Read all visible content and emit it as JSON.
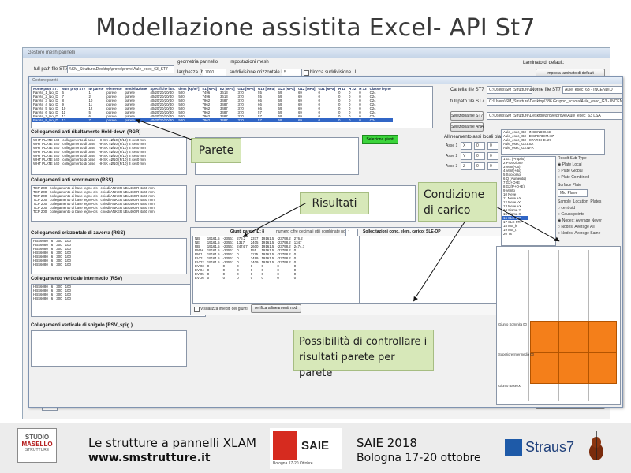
{
  "slide": {
    "title": "Modellazione assistita Excel- API St7"
  },
  "main_form": {
    "window_title": "Gestore mesh pannelli",
    "full_path_label": "full path file ST7",
    "full_path_value": "\\\\SM_Strutture\\Desktop\\prove\\prove\\Aule_esec_63_ST7",
    "geometry_label": "geometria pannello",
    "width_label": "larghezza (b)",
    "width_value": "7000",
    "mesh_label": "impostazioni mesh",
    "mesh_subdiv_label": "suddivisione orizzontale H",
    "mesh_subdiv_value": "5",
    "lock_label": "blocca suddivisione U",
    "default_label": "Laminato di default:",
    "default_button": "imposta laminato di default",
    "insert_button": "inserisci pareti nude"
  },
  "walls_form": {
    "window_title": "Gestore pareti",
    "walls_table": {
      "headers": [
        "Nome prop ST7",
        "Num prop ST7",
        "ID parete",
        "elemento",
        "modellazione",
        "Specifiche lam.",
        "dens [kg/m³]",
        "E1 [MPa]",
        "E2 [MPa]",
        "G12 [MPa]",
        "G13 [MPa]",
        "G23 [MPa]",
        "G12 [MPa]",
        "G31 [MPa]",
        "H 11",
        "H 22",
        "H 33",
        "Classe legno"
      ],
      "rows": [
        [
          "Parete_1_No_D",
          "6",
          "1",
          "parete",
          "parete",
          "40/20/20/20/40",
          "500",
          "7496",
          "3613",
          "370",
          "55",
          "69",
          "69",
          "0",
          "0",
          "0",
          "0",
          "C24"
        ],
        [
          "Parete_2_No_D",
          "7",
          "2",
          "parete",
          "parete",
          "40/20/20/20/40",
          "500",
          "7496",
          "3613",
          "370",
          "55",
          "69",
          "69",
          "0",
          "0",
          "0",
          "0",
          "C24"
        ],
        [
          "Parete_3_No_D",
          "8",
          "10",
          "parete",
          "parete",
          "40/20/20/20/40",
          "500",
          "7962",
          "3487",
          "370",
          "66",
          "69",
          "69",
          "0",
          "0",
          "0",
          "0",
          "C24"
        ],
        [
          "Parete_4_No_D",
          "9",
          "11",
          "parete",
          "parete",
          "40/20/20/20/40",
          "500",
          "7962",
          "3487",
          "370",
          "66",
          "69",
          "69",
          "0",
          "0",
          "0",
          "0",
          "C24"
        ],
        [
          "Parete_5_No_D",
          "10",
          "12",
          "parete",
          "parete",
          "40/20/20/20/40",
          "500",
          "7962",
          "3487",
          "370",
          "66",
          "69",
          "69",
          "0",
          "0",
          "0",
          "0",
          "C24"
        ],
        [
          "Parete_6_No_D",
          "11",
          "5",
          "parete",
          "parete",
          "40/20/20/20/40",
          "500",
          "7962",
          "3487",
          "370",
          "57",
          "69",
          "69",
          "0",
          "0",
          "0",
          "0",
          "C24"
        ],
        [
          "Parete_7_No_D",
          "12",
          "6",
          "parete",
          "parete",
          "40/20/20/20/40",
          "500",
          "7962",
          "3487",
          "370",
          "57",
          "69",
          "69",
          "0",
          "0",
          "0",
          "0",
          "C24"
        ],
        [
          "Parete_8_No_D",
          "13",
          "7",
          "parete",
          "parete",
          "40/20/20/20/40",
          "500",
          "7962",
          "3487",
          "370",
          "57",
          "69",
          "69",
          "0",
          "0",
          "0",
          "0",
          "C24"
        ]
      ],
      "selected_row": 7
    },
    "file_panel": {
      "cartella_label": "Cartella file ST7",
      "cartella_value": "C:\\Users\\SM_Strutture\\Desktop\\prove\\prove\\",
      "nome_label": "Nome file ST7",
      "nome_value": "Aule_esec_63 - INCENDIO",
      "full_label": "full path file ST7",
      "full_value": "C:\\Users\\SM_Strutture\\Desktop\\386 Gruppo_scuola\\Aule_esec_G3 - INCENDIO",
      "seleziona_button": "Seleziona file ST7",
      "seleziona_ana_button": "Seleziona file ANA",
      "results_path": "C:\\Users\\SM_Strutture\\Desktop\\prove\\prove\\Aule_esec_63 LSA"
    },
    "alignment_label": "Allineamento assi locali plate",
    "axis_labels": [
      "Asse 1",
      "Asse 2",
      "Asse 3"
    ],
    "highlight_button": "Seleziona giunti",
    "sections": {
      "hold_down": "Collegamenti anti ribaltamento Hold-down (RGR)",
      "anti_slip": "Collegamenti anti scorrimento (RSS)",
      "horizontal": "Collegamenti orizzontale di zavorra (RGS)",
      "vertical_mid": "Collegamento verticale intermedio (RSV)",
      "vertical_edge": "Collegamenti verticale di spigolo (RSV_spig.)"
    },
    "hold_down_rows": [
      [
        "WHT PLATE 540",
        "collegamento di base",
        "HHSK 4Ø10 (F/10) 3 4x60 mm"
      ],
      [
        "WHT PLATE 540",
        "collegamento di base",
        "HHSK 4Ø10 (F/10) 3 4x60 mm"
      ],
      [
        "WHT PLATE 540",
        "collegamento di base",
        "HHSK 4Ø10 (F/10) 3 4x60 mm"
      ],
      [
        "WHT PLATE 540",
        "collegamento di base",
        "HHSK 4Ø10 (F/10) 3 4x60 mm"
      ],
      [
        "WHT PLATE 540",
        "collegamento di base",
        "HHSK 4Ø10 (F/10) 3 4x60 mm"
      ],
      [
        "WHT PLATE 540",
        "collegamento di base",
        "HHSK 4Ø10 (F/10) 3 4x60 mm"
      ],
      [
        "WHT PLATE 540",
        "collegamento di base",
        "HHSK 4Ø10 (F/10) 3 4x60 mm"
      ]
    ],
    "slip_rows": [
      [
        "TCP 200",
        "collegamento di base legno-cls",
        "chiodi ANKER LBA460 R 4x60 mm"
      ],
      [
        "TCP 200",
        "collegamento di base legno-cls",
        "chiodi ANKER LBA460 R 4x60 mm"
      ],
      [
        "TCP 200",
        "collegamento di base legno-cls",
        "chiodi ANKER LBA460 R 4x60 mm"
      ],
      [
        "TCP 200",
        "collegamento di base legno-cls",
        "chiodi ANKER LBA460 R 4x60 mm"
      ],
      [
        "TCP 200",
        "collegamento di base legno-cls",
        "chiodi ANKER LBA460 R 4x60 mm"
      ],
      [
        "TCP 200",
        "collegamento di base legno-cls",
        "chiodi ANKER LBA460 R 4x60 mm"
      ],
      [
        "TCP 200",
        "collegamento di base legno-cls",
        "chiodi ANKER LBA460 R 4x60 mm"
      ]
    ],
    "horiz_rows": [
      [
        "HBS6080",
        "6",
        "300",
        "100"
      ],
      [
        "HBS6080",
        "6",
        "300",
        "100"
      ],
      [
        "HBS6080",
        "6",
        "300",
        "100"
      ],
      [
        "HBS6080",
        "6",
        "300",
        "100"
      ],
      [
        "HBS6080",
        "6",
        "300",
        "100"
      ],
      [
        "HBS6080",
        "6",
        "300",
        "100"
      ],
      [
        "HBS6080",
        "6",
        "300",
        "100"
      ]
    ],
    "vert_rows": [
      [
        "HBS6080",
        "6",
        "300",
        "100"
      ],
      [
        "HBS6080",
        "6",
        "300",
        "100"
      ],
      [
        "HBS6080",
        "6",
        "300",
        "100"
      ],
      [
        "HBS6080",
        "6",
        "300",
        "100"
      ]
    ],
    "results_title": "Giunti parete ID: 8",
    "results_decimals_label": "numero cifre decimali utili combinate nodali",
    "results_decimals_value": "1",
    "solicitations_title": "Sollecitazioni cond. elem. carico: SLE-QP",
    "result_rows": [
      [
        "NB",
        "19161.5",
        "-23561",
        "276.2",
        "2377",
        "19161.5",
        "-23798.2",
        "276.2"
      ],
      [
        "NE",
        "19161.5",
        "-23561",
        "1317",
        "2405",
        "19161.5",
        "-23798.2",
        "1347"
      ],
      [
        "RB",
        "19161.5",
        "-23561",
        "2474.7",
        "2600",
        "19161.5",
        "-23798.2",
        "2474.7"
      ],
      [
        "RWH",
        "19161.5",
        "-23561",
        "0",
        "555",
        "19161.5",
        "-23798.2",
        "0"
      ],
      [
        "RW1",
        "19161.5",
        "-23561",
        "0",
        "1175",
        "19161.5",
        "-23798.2",
        "0"
      ],
      [
        "EVO1",
        "19161.5",
        "-23561",
        "0",
        "2499",
        "19161.5",
        "-23798.2",
        "0"
      ],
      [
        "EVO2",
        "19161.5",
        "-23561",
        "0",
        "1409",
        "19161.5",
        "-23798.2",
        "0"
      ],
      [
        "EVO3",
        "0",
        "0",
        "0",
        "0",
        "0",
        "0",
        "0"
      ],
      [
        "EVO4",
        "0",
        "0",
        "0",
        "0",
        "0",
        "0",
        "0"
      ],
      [
        "EVO5",
        "0",
        "0",
        "0",
        "0",
        "0",
        "0",
        "0"
      ],
      [
        "EVO6",
        "0",
        "0",
        "0",
        "0",
        "0",
        "0",
        "0"
      ]
    ],
    "results_bottom_check": "Visualizza imediti del giunti",
    "results_bottom_button": "verifica allineamenti nodi",
    "load_cases": [
      "Aule_esec_G3 - INCENDIO.st7",
      "Aule_esec_G3 - DISPERDIM.st7",
      "Aule_esec_G3 - STATICHE.st7",
      "Aule_esec_G3.LSA",
      "Aule_esec_G3.NFA"
    ],
    "combos": [
      "1  G1 (Proprio)",
      "2  Protezione",
      "3  Vent(-dx)",
      "4  Vent(+dx)",
      "5  Soccorso",
      "6  Q (Aumento)",
      "7  G2+Q+E",
      "8  G2(P+Q+E)",
      "9  Vento",
      "10 Neve",
      "11 Neve +Y",
      "12 Neve -Y",
      "13 Neve +X",
      "14 Sisma Y",
      "15 Sisma X",
      "16 SLE-QP",
      "17 SLE-FR",
      "18 MS_k",
      "19 MS_t",
      "20 Tx"
    ],
    "combos_selected": 15,
    "result_type_label": "Result Sub Type",
    "result_type_options": [
      "Plate Local",
      "Plate Global",
      "Plate Combined"
    ],
    "surface_label": "Surface Plate",
    "surface_value": "Mid Plane",
    "sample_label": "Sample_Location_Plates",
    "sample_options": [
      "centroid",
      "Gauss points",
      "Nodes: Average Never",
      "Nodes: Average All",
      "Nodes: Average Same"
    ],
    "wall_labels": [
      "Giunto Sommità 00",
      "Superiore Intermedio 00",
      "Giunto Base 00"
    ]
  },
  "callouts": {
    "parete": "Parete",
    "risultati": "Risultati",
    "condizione": "Condizione di carico",
    "possibilita": "Possibilità di controllare i risultati parete per parete"
  },
  "footer": {
    "logo_top": "STUDIO",
    "logo_mid": "MASELLO",
    "logo_bottom": "STRUTTURE",
    "line1": "Le strutture a pannelli XLAM",
    "line2": "www.smstrutture.it",
    "saie_logo": "SAIE",
    "saie_sub": "Bologna 17·20 Ottobre",
    "event1": "SAIE 2018",
    "event2": "Bologna 17-20 ottobre",
    "straus": "Straus7"
  },
  "colors": {
    "selection_blue": "#3166c6",
    "callout_green": "#d7e8b9",
    "wall_orange": "#f47f1a",
    "highlight_green": "#3bd43b"
  }
}
